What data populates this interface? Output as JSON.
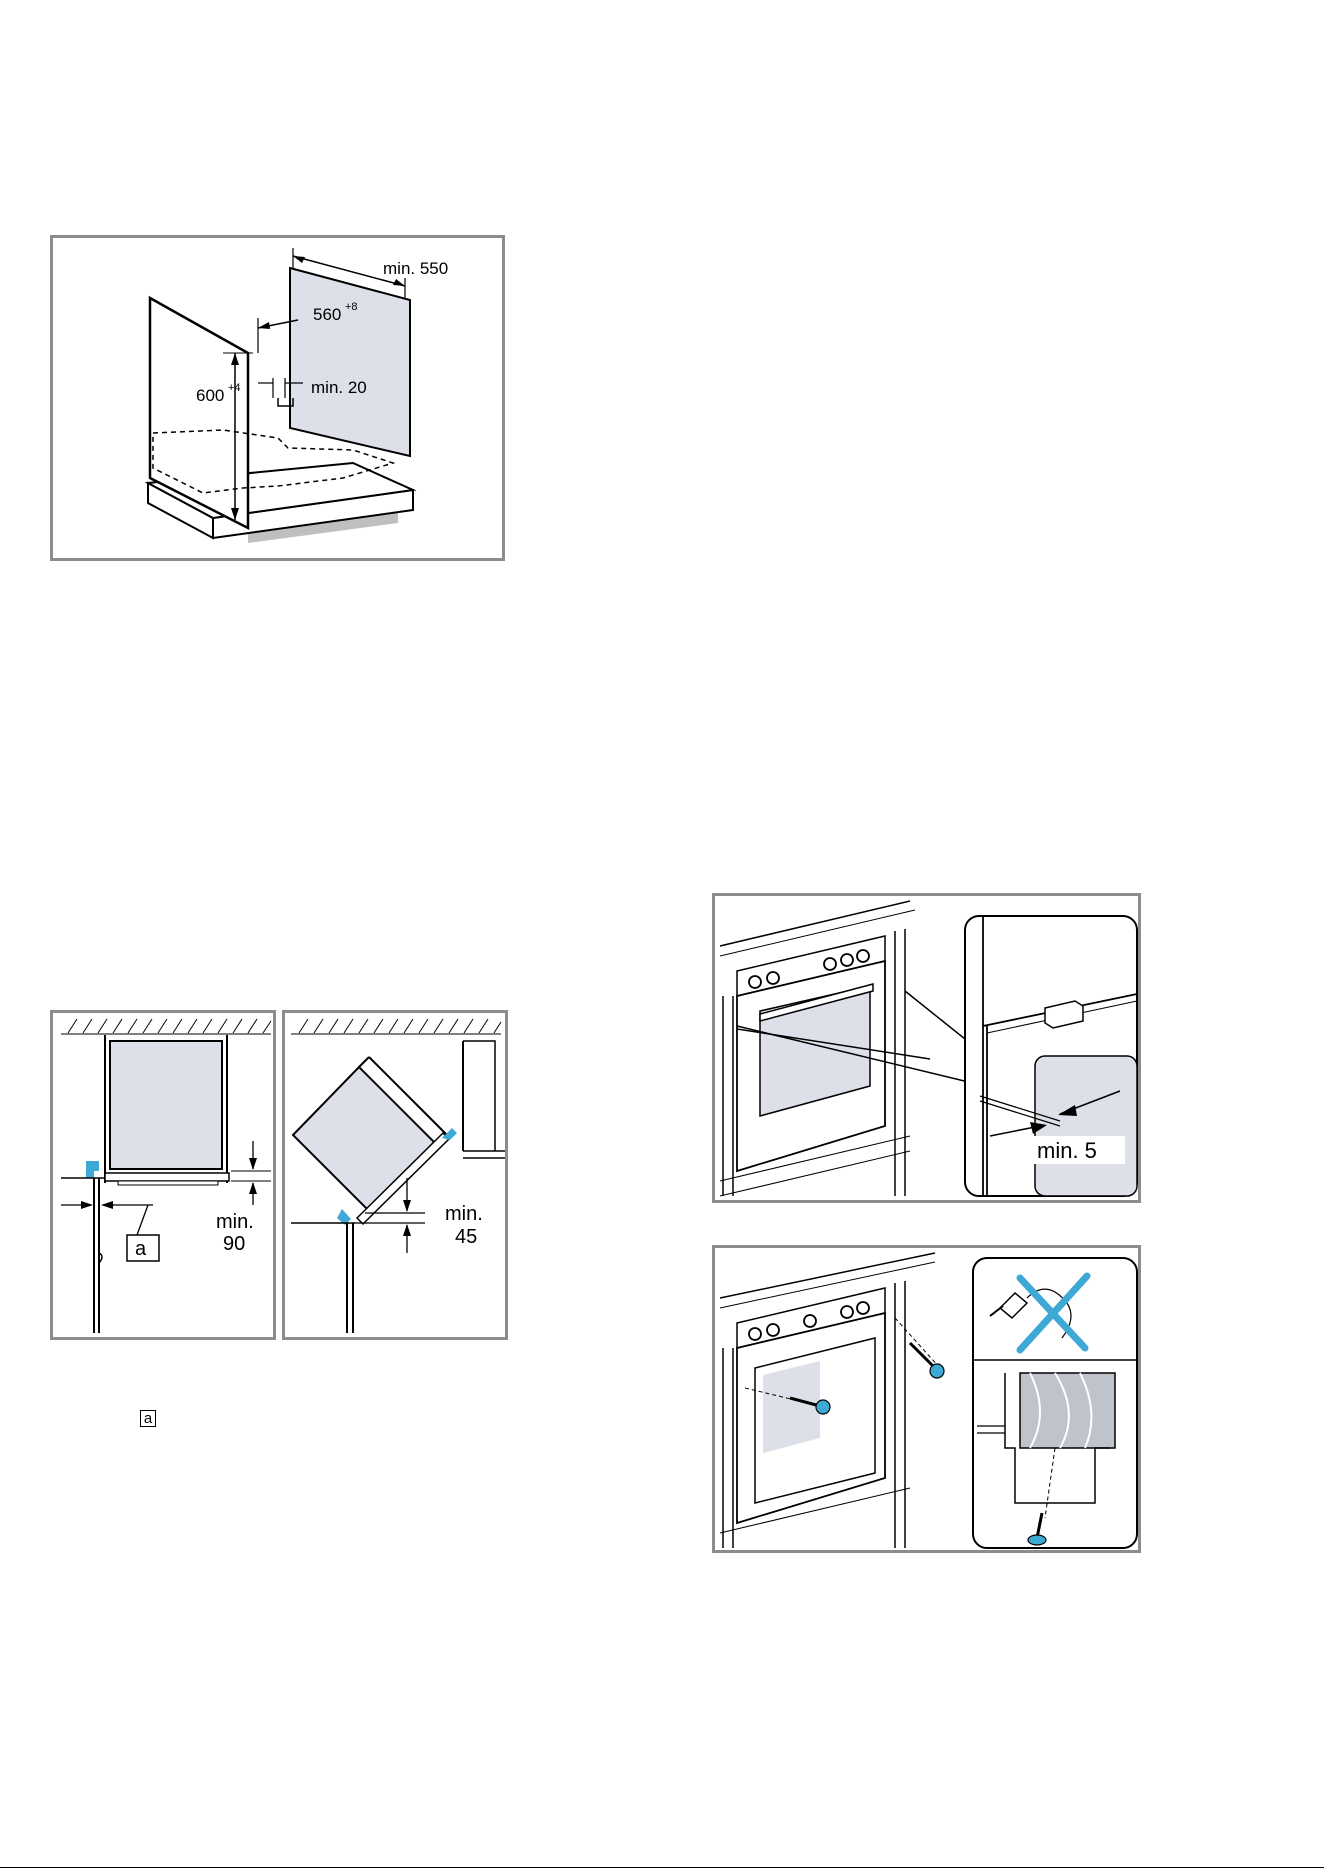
{
  "cabinet_figure": {
    "dim_depth": "min. 550",
    "dim_width": "560",
    "dim_width_tolerance": "+8",
    "dim_height": "600",
    "dim_height_tolerance": "+4",
    "dim_gap": "min. 20"
  },
  "corner_figure": {
    "dim_gap_label": "min.",
    "dim_gap_value": "90",
    "callout": "a"
  },
  "corner_figure_angled": {
    "dim_gap_label": "min.",
    "dim_gap_value": "45"
  },
  "oven_gap_figure": {
    "dim_gap": "min. 5"
  },
  "legend": {
    "callout": "a"
  }
}
